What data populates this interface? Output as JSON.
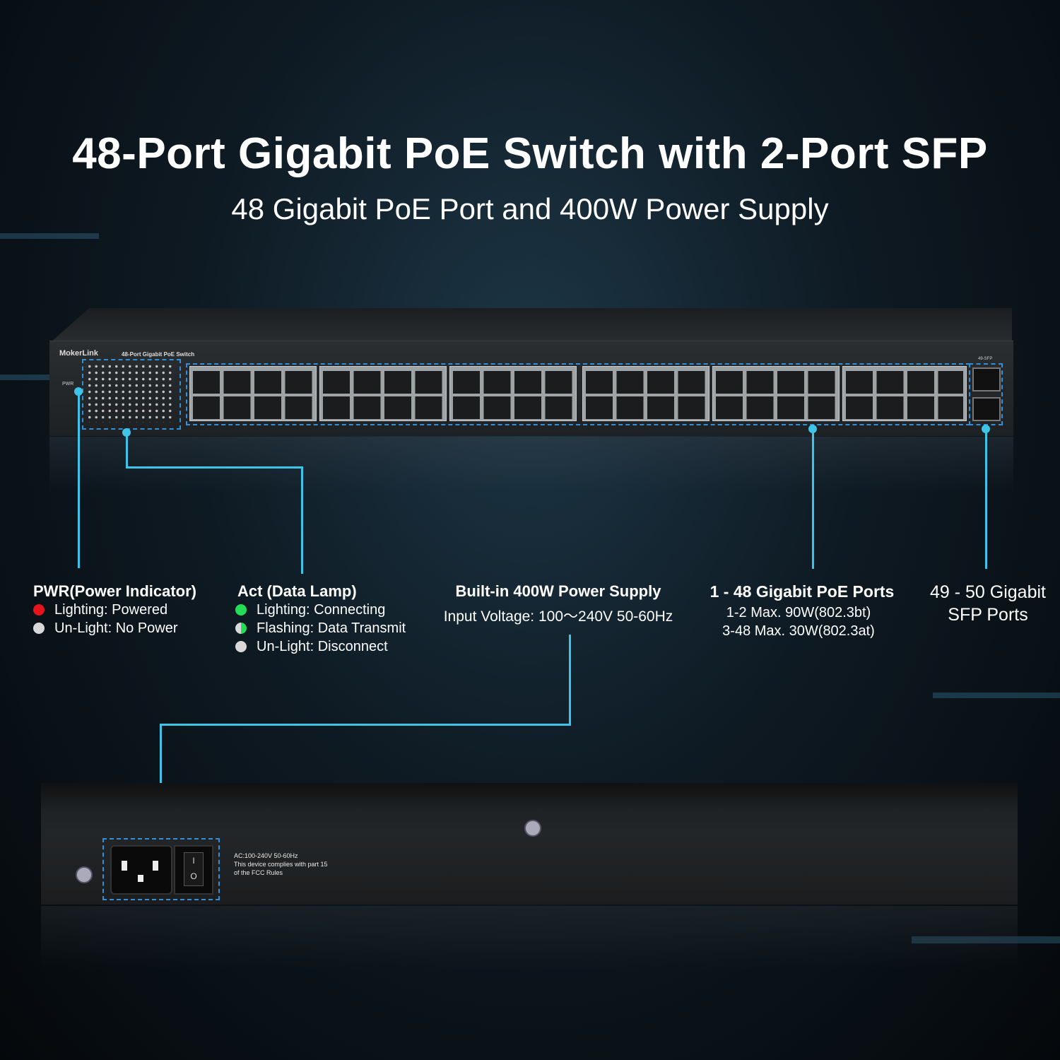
{
  "header": {
    "title": "48-Port Gigabit PoE Switch with 2-Port SFP",
    "subtitle": "48 Gigabit PoE Port and 400W Power Supply"
  },
  "device_front": {
    "brand": "MokerLink",
    "model_label": "48-Port Gigabit PoE Switch",
    "pwr_label": "PWR",
    "sfp_label": "49-SFP"
  },
  "callouts": {
    "pwr": {
      "heading": "PWR(Power Indicator)",
      "items": [
        {
          "led_color": "#e8141c",
          "text": "Lighting: Powered"
        },
        {
          "led_color": "#d8d8d8",
          "text": "Un-Light: No Power"
        }
      ]
    },
    "act": {
      "heading": "Act (Data Lamp)",
      "items": [
        {
          "led_color": "#22dd55",
          "text": "Lighting: Connecting"
        },
        {
          "led_color": "#22dd55",
          "text": "Flashing: Data Transmit"
        },
        {
          "led_color": "#d8d8d8",
          "text": "Un-Light: Disconnect"
        }
      ]
    },
    "power_supply": {
      "heading": "Built-in 400W Power Supply",
      "line1": "Input Voltage: 100～240V 50-60Hz"
    },
    "poe_ports": {
      "heading": "1 - 48 Gigabit PoE Ports",
      "line1": "1-2 Max. 90W(802.3bt)",
      "line2": "3-48 Max. 30W(802.3at)"
    },
    "sfp_ports": {
      "line1": "49 - 50 Gigabit",
      "line2": "SFP Ports"
    }
  },
  "device_rear": {
    "label_line1": "AC:100-240V 50-60Hz",
    "label_line2": "This device complies with part 15",
    "label_line3": "of the FCC Rules",
    "switch_on": "I",
    "switch_off": "O"
  },
  "colors": {
    "accent_line": "#3fc3e6",
    "highlight_dashed": "#2f8fd8"
  }
}
